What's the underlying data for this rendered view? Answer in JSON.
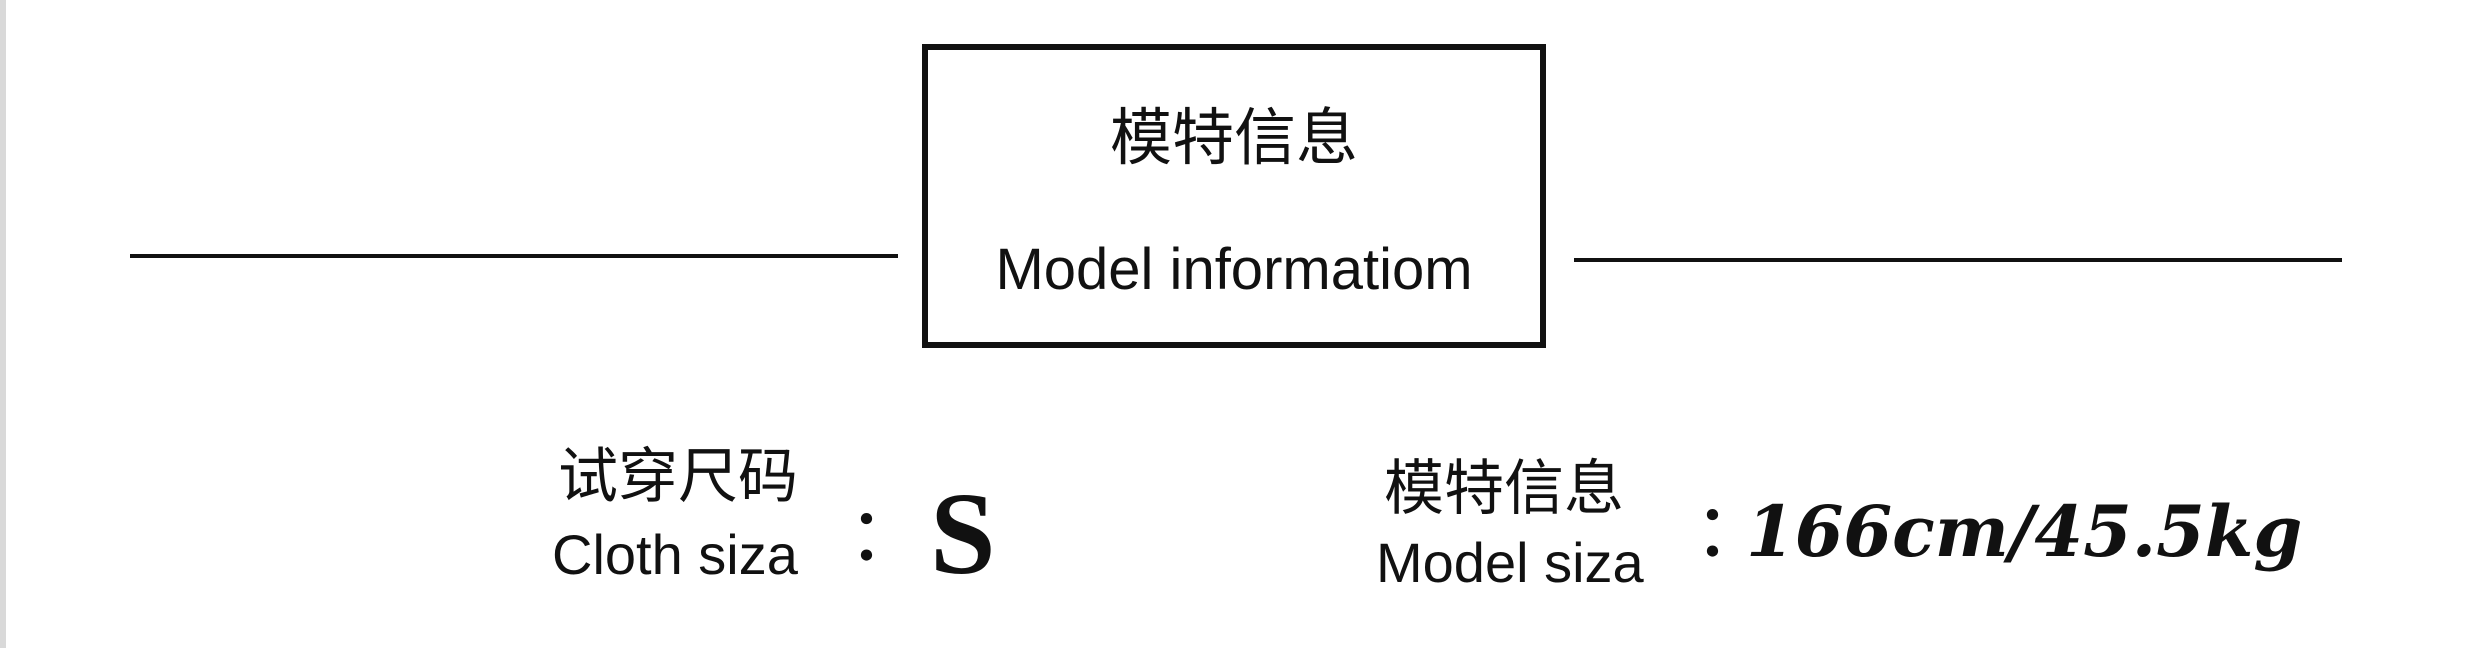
{
  "header": {
    "title_zh": "模特信息",
    "title_en": "Model informatiom"
  },
  "cloth_size": {
    "label_zh": "试穿尺码",
    "label_en": "Cloth siza",
    "colon": "：",
    "value": "S"
  },
  "model_size": {
    "label_zh": "模特信息",
    "label_en": "Model siza",
    "colon": "：",
    "value": "166cm/45.5kg"
  }
}
